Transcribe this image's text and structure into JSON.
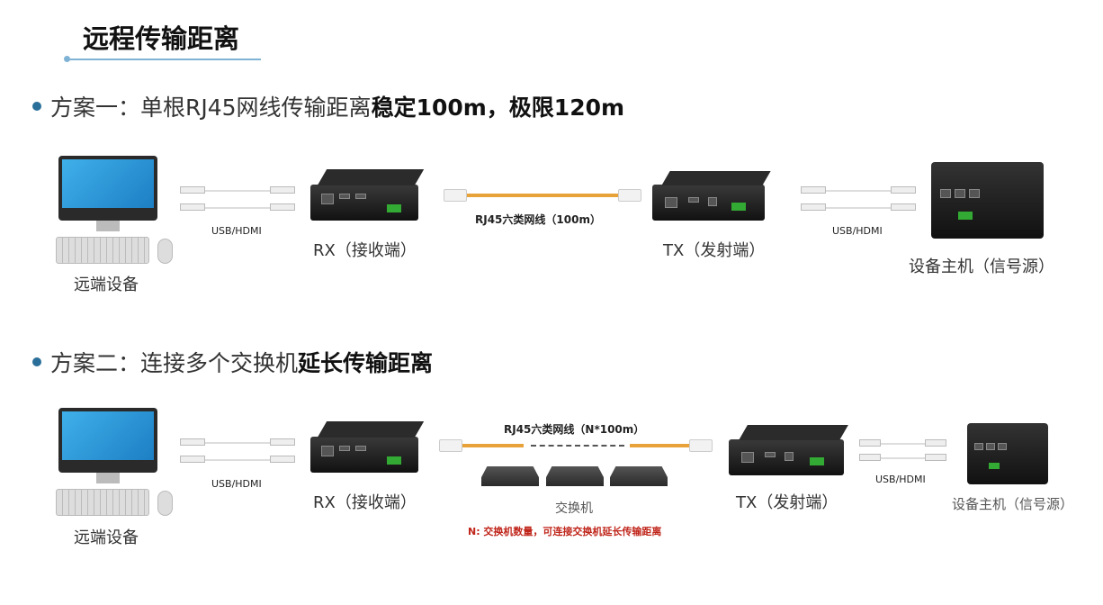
{
  "title": "远程传输距离",
  "plan1": {
    "prefix": "方案一：单根RJ45网线传输距离",
    "bold": "稳定100m，极限120m"
  },
  "plan2": {
    "prefix": "方案二：连接多个交换机",
    "bold": "延长传输距离"
  },
  "labels": {
    "remote": "远端设备",
    "usb_hdmi": "USB/HDMI",
    "rx": "RX（接收端）",
    "tx": "TX（发射端）",
    "host": "设备主机（信号源）",
    "cable1": "RJ45六类网线（100m）",
    "cable2": "RJ45六类网线（N*100m）",
    "switch": "交换机",
    "note": "N: 交换机数量，可连接交换机延长传输距离"
  },
  "colors": {
    "accent": "#2a6f9a",
    "cable": "#e8a23a",
    "note": "#c0261b"
  }
}
